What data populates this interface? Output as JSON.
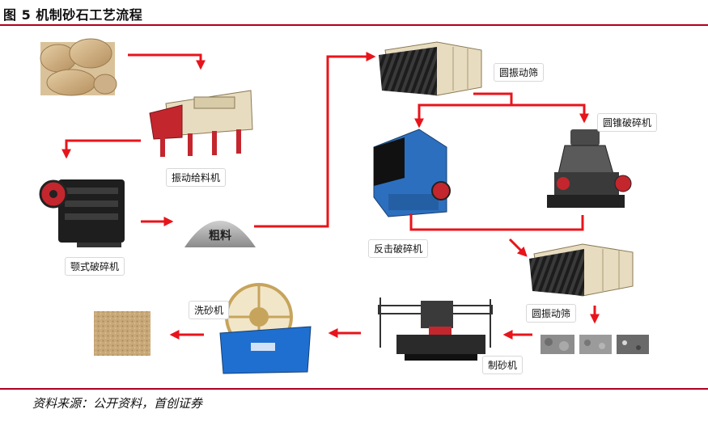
{
  "figure": {
    "title": "图 5  机制砂石工艺流程",
    "source": "资料来源：公开资料，首创证券"
  },
  "nodes": {
    "raw_stone": {
      "label": ""
    },
    "vibrating_feeder": {
      "label": "振动给料机"
    },
    "jaw_crusher": {
      "label": "颚式破碎机"
    },
    "coarse_material": {
      "label": "粗料"
    },
    "circular_screen_1": {
      "label": "圆振动筛"
    },
    "impact_crusher": {
      "label": "反击破碎机"
    },
    "cone_crusher": {
      "label": "圆锥破碎机"
    },
    "circular_screen_2": {
      "label": "圆振动筛"
    },
    "aggregates": {
      "label": ""
    },
    "sand_maker": {
      "label": "制砂机"
    },
    "sand_washer": {
      "label": "洗砂机"
    },
    "final_sand": {
      "label": ""
    }
  },
  "colors": {
    "arrow": "#e8141b",
    "rule": "#b0001e",
    "machine_red": "#c4262e",
    "machine_dark": "#2a2a2a",
    "machine_cream": "#e8dcc0",
    "washer_blue": "#1f6fd0"
  }
}
